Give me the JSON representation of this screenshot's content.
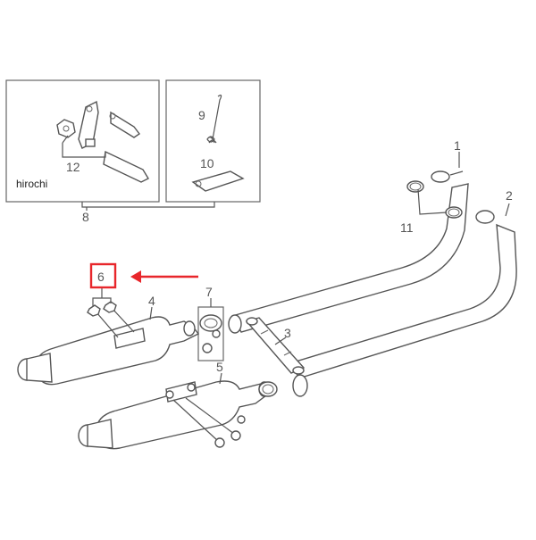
{
  "diagram": {
    "watermark": "hirochi",
    "highlight_color": "#e8262b",
    "line_color": "#555555",
    "callouts": {
      "c1": "1",
      "c2": "2",
      "c3": "3",
      "c4": "4",
      "c5": "5",
      "c6": "6",
      "c7": "7",
      "c8": "8",
      "c9": "9",
      "c10": "10",
      "c11": "11",
      "c12": "12"
    },
    "highlighted_part": "6"
  }
}
